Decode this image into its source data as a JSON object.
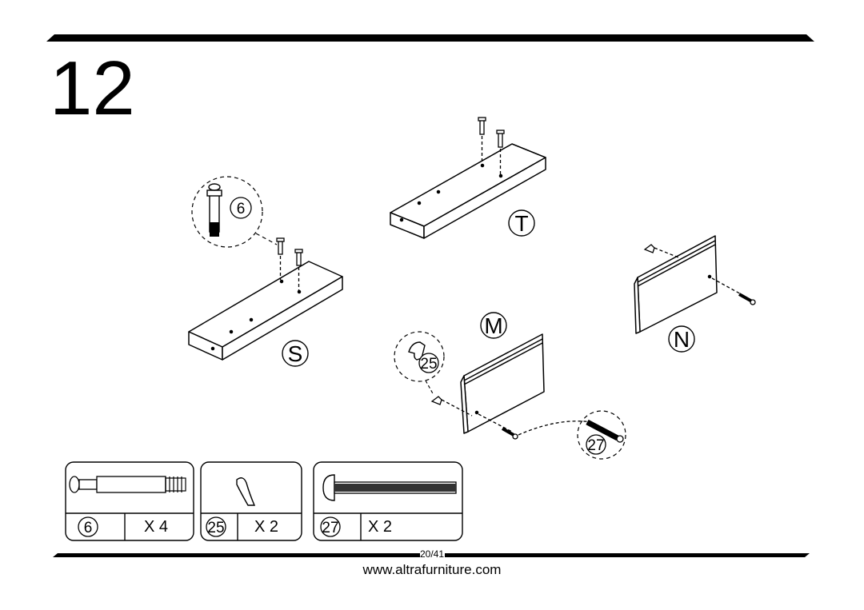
{
  "step": {
    "number": "12"
  },
  "parts": {
    "S": "S",
    "T": "T",
    "M": "M",
    "N": "N"
  },
  "callouts": {
    "cam_bolt": "6",
    "clip": "25",
    "screw": "27"
  },
  "hardware": [
    {
      "id": "6",
      "qty": "X 4"
    },
    {
      "id": "25",
      "qty": "X 2"
    },
    {
      "id": "27",
      "qty": "X 2"
    }
  ],
  "footer": {
    "page": "20/41",
    "website": "www.altrafurniture.com"
  }
}
